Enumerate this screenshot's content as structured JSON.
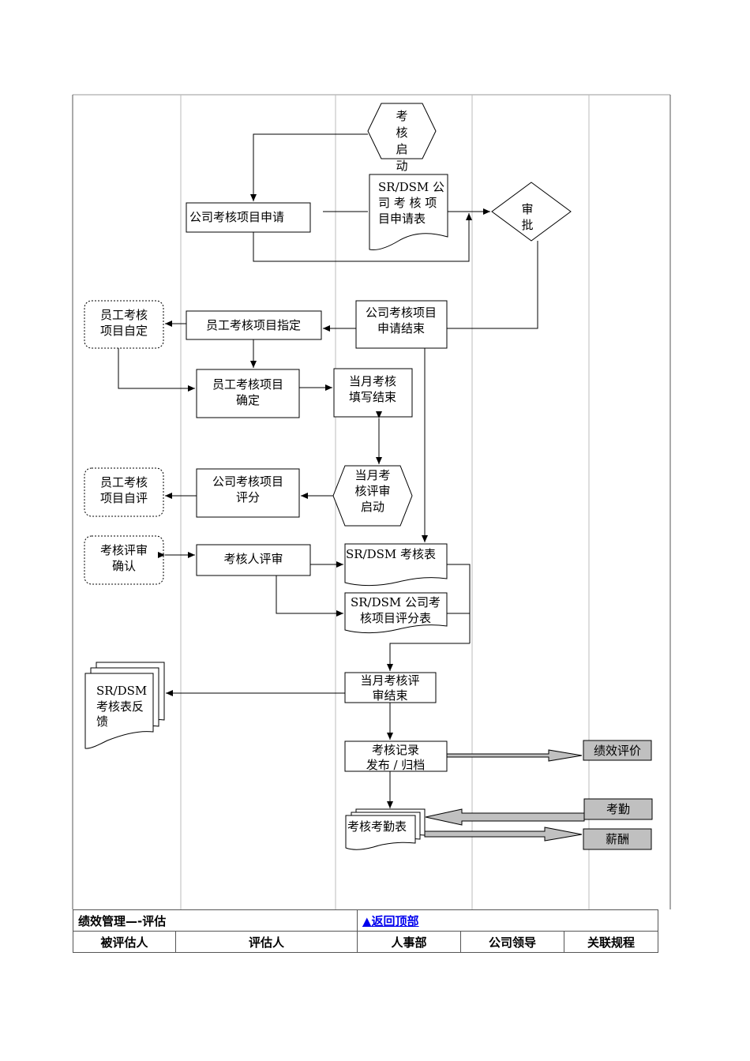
{
  "flow": {
    "start": [
      "考",
      "核",
      "启",
      "动"
    ],
    "company_apply": "公司考核项目申请",
    "apply_form": [
      "SR/DSM 公",
      "司 考 核 项",
      "目申请表"
    ],
    "approve": [
      "审",
      "批"
    ],
    "apply_end": [
      "公司考核项目",
      "申请结束"
    ],
    "emp_assign": "员工考核项目指定",
    "emp_self_define": [
      "员工考核",
      "项目自定"
    ],
    "emp_confirm": [
      "员工考核项目",
      "确定"
    ],
    "month_fill_end": [
      "当月考核",
      "填写结束"
    ],
    "month_review_start": [
      "当月考",
      "核评审",
      "启动"
    ],
    "company_score": [
      "公司考核项目",
      "评分"
    ],
    "emp_self_eval": [
      "员工考核",
      "项目自评"
    ],
    "review_confirm": [
      "考核评审",
      "确认"
    ],
    "assessor_review": "考核人评审",
    "sr_table": "SR/DSM 考核表",
    "score_table": [
      "SR/DSM 公司考",
      "核项目评分表"
    ],
    "review_end": [
      "当月考核评",
      "审结束"
    ],
    "feedback": [
      "SR/DSM",
      "考核表反",
      "馈"
    ],
    "record_publish": [
      "考核记录",
      "发布 / 归档"
    ],
    "attendance_table": "考核考勤表",
    "perf_eval": "绩效评价",
    "attendance": "考勤",
    "salary": "薪酬"
  },
  "footer": {
    "title": "绩效管理—-评估",
    "back_to_top": "▲返回顶部",
    "columns": [
      "被评估人",
      "评估人",
      "人事部",
      "公司领导",
      "关联规程"
    ]
  }
}
